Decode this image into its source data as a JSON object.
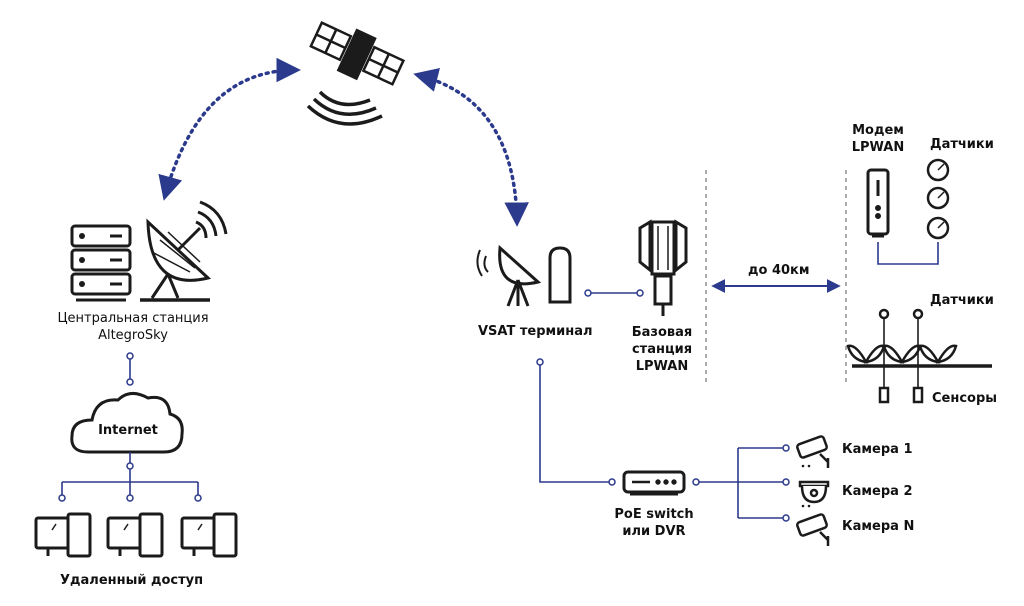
{
  "colors": {
    "icon": "#1b1b1b",
    "link": "#2b3a8c",
    "dotted": "#2b3a8c",
    "divider": "#888888"
  },
  "central_station": {
    "line1": "Центральная станция",
    "line2": "AltegroSky"
  },
  "internet": {
    "label": "Internet"
  },
  "remote_access": {
    "label": "Удаленный доступ"
  },
  "vsat": {
    "label": "VSAT терминал"
  },
  "base_station": {
    "line1": "Базовая",
    "line2": "станция",
    "line3": "LPWAN"
  },
  "distance": {
    "label": "до 40км"
  },
  "modem": {
    "line1": "Модем",
    "line2": "LPWAN"
  },
  "sensors_top": {
    "label": "Датчики"
  },
  "sensors_mid": {
    "label": "Датчики"
  },
  "sensors_bottom": {
    "label": "Сенсоры"
  },
  "switch": {
    "line1": "PoE switch",
    "line2": "или DVR"
  },
  "cameras": [
    {
      "label": "Камера 1",
      "icon": "bullet-camera-icon"
    },
    {
      "label": "Камера 2",
      "icon": "dome-camera-icon"
    },
    {
      "label": "Камера N",
      "icon": "bullet-camera-icon"
    }
  ]
}
